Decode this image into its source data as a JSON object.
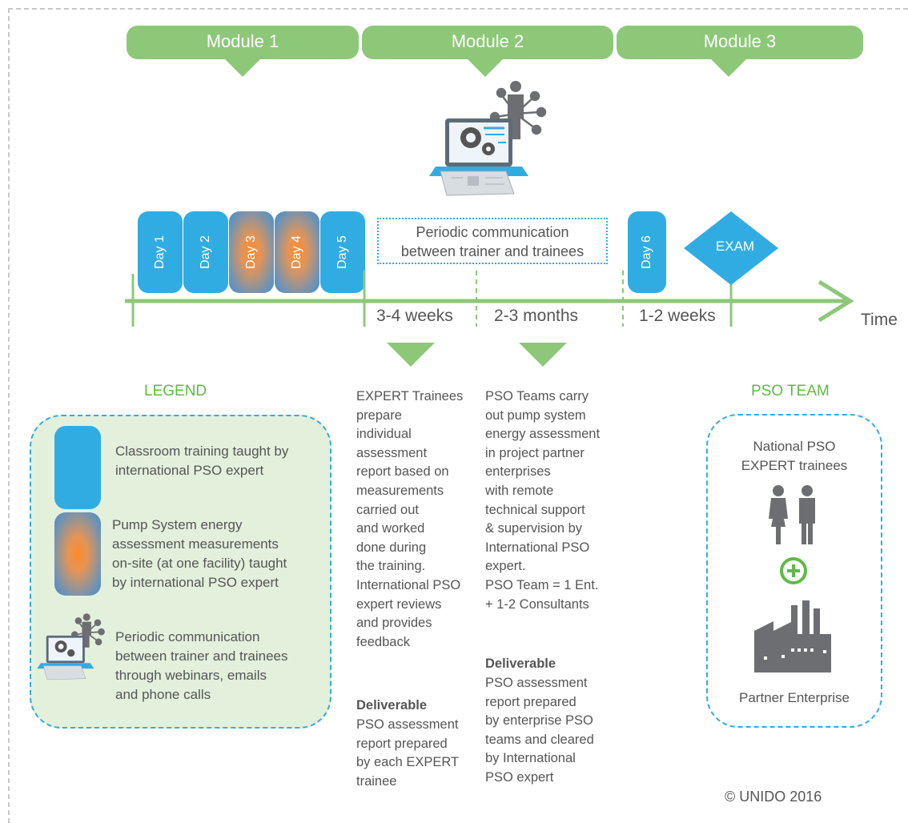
{
  "modules": [
    "Module 1",
    "Module 2",
    "Module 3"
  ],
  "days": [
    "Day 1",
    "Day 2",
    "Day 3",
    "Day 4",
    "Day 5",
    "Day 6"
  ],
  "periodic_box": {
    "line1": "Periodic communication",
    "line2": "between trainer and trainees"
  },
  "exam_label": "EXAM",
  "durations": [
    "3-4 weeks",
    "2-3 months",
    "1-2 weeks"
  ],
  "time_label": "Time",
  "legend": {
    "title": "LEGEND",
    "items": [
      {
        "lines": [
          "Classroom training taught by",
          "international PSO expert"
        ]
      },
      {
        "lines": [
          "Pump System energy",
          "assessment measurements",
          "on-site (at one facility) taught",
          "by international PSO expert"
        ]
      },
      {
        "lines": [
          "Periodic communication",
          "between trainer and trainees",
          "through webinars, emails",
          "and phone calls"
        ]
      }
    ]
  },
  "column1": {
    "text": "EXPERT Trainees\nprepare\nindividual\nassessment\nreport based on\nmeasurements\ncarried out\nand worked\ndone during\nthe training.\nInternational PSO\nexpert reviews\nand provides\nfeedback",
    "deliverable_label": "Deliverable",
    "deliverable_text": "PSO assessment\nreport prepared\nby each EXPERT\ntrainee"
  },
  "column2": {
    "text": "PSO Teams carry\nout pump system\nenergy assessment\nin project partner\nenterprises\nwith remote\ntechnical support\n& supervision by\nInternational PSO\nexpert.\nPSO Team = 1 Ent.\n+ 1-2 Consultants",
    "deliverable_label": "Deliverable",
    "deliverable_text": "PSO assessment\nreport prepared\nby enterprise PSO\nteams and cleared\nby International\nPSO expert"
  },
  "pso_team": {
    "title": "PSO TEAM",
    "national_line1": "National PSO",
    "national_line2": "EXPERT trainees",
    "partner": "Partner Enterprise"
  },
  "copyright": "© UNIDO 2016",
  "colors": {
    "green": "#8dc878",
    "green_dark": "#5fba46",
    "blue": "#31ace3",
    "orange": "#ff8a2a",
    "gray_icon": "#6d6e71",
    "legend_bg": "#e3f0dc"
  },
  "icons": [
    "laptop-network-icon",
    "people-icon",
    "plus-icon",
    "factory-icon"
  ]
}
